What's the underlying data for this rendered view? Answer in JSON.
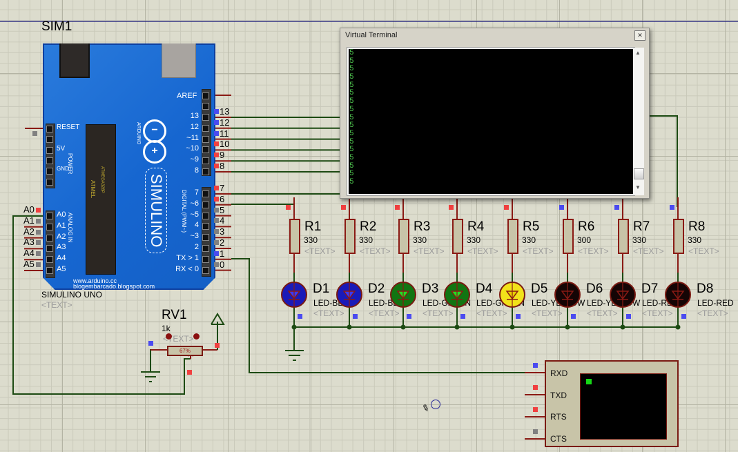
{
  "schematic": {
    "arduino": {
      "ref": "SIM1",
      "name": "SIMULINO UNO",
      "text_placeholder": "<TEXT>",
      "logo_text": "SIMULINO",
      "brand_small": "ARDUINO",
      "chip_labels": [
        "ATMEL",
        "ATMEGA328P"
      ],
      "credit_lines": [
        "www.arduino.cc",
        "blogembarcado.blogspot.com"
      ],
      "power_header": [
        "RESET",
        "",
        "5V",
        "",
        "GND",
        ""
      ],
      "power_group_label": "POWER",
      "analog_group_label": "ANALOG IN",
      "digital_group_label": "DIGITAL (PWM~)",
      "aref_label": "AREF",
      "analog_pins": [
        "A0",
        "A1",
        "A2",
        "A3",
        "A4",
        "A5"
      ],
      "digital_high": [
        {
          "board": "13",
          "outside": "13",
          "state": "low"
        },
        {
          "board": "12",
          "outside": "12",
          "state": "low"
        },
        {
          "board": "~11",
          "outside": "11",
          "state": "low"
        },
        {
          "board": "~10",
          "outside": "10",
          "state": "high"
        },
        {
          "board": "~9",
          "outside": "9",
          "state": "high"
        },
        {
          "board": "8",
          "outside": "8",
          "state": "high"
        }
      ],
      "digital_low": [
        {
          "board": "7",
          "outside": "7",
          "state": "high"
        },
        {
          "board": "~6",
          "outside": "6",
          "state": "high"
        },
        {
          "board": "~5",
          "outside": "5",
          "state": "float"
        },
        {
          "board": "4",
          "outside": "4",
          "state": "float"
        },
        {
          "board": "~3",
          "outside": "3",
          "state": "float"
        },
        {
          "board": "2",
          "outside": "2",
          "state": "float"
        },
        {
          "board": "TX > 1",
          "outside": "1",
          "state": "low"
        },
        {
          "board": "RX < 0",
          "outside": "0",
          "state": "float"
        }
      ],
      "analog_outside_states": [
        "high",
        "float",
        "float",
        "float",
        "float",
        "float"
      ]
    },
    "virtual_terminal_window": {
      "title": "Virtual Terminal",
      "close_icon": "close-icon",
      "lines": [
        "5",
        "5",
        "5",
        "5",
        "5",
        "5",
        "5",
        "5",
        "5",
        "5",
        "5",
        "5",
        "5",
        "5",
        "5",
        "5",
        "5"
      ],
      "scroll_up": "▲",
      "scroll_down": "▼"
    },
    "resistors": [
      {
        "ref": "R1",
        "value": "330",
        "text": "<TEXT>"
      },
      {
        "ref": "R2",
        "value": "330",
        "text": "<TEXT>"
      },
      {
        "ref": "R3",
        "value": "330",
        "text": "<TEXT>"
      },
      {
        "ref": "R4",
        "value": "330",
        "text": "<TEXT>"
      },
      {
        "ref": "R5",
        "value": "330",
        "text": "<TEXT>"
      },
      {
        "ref": "R6",
        "value": "300",
        "text": "<TEXT>"
      },
      {
        "ref": "R7",
        "value": "330",
        "text": "<TEXT>"
      },
      {
        "ref": "R8",
        "value": "330",
        "text": "<TEXT>"
      }
    ],
    "leds": [
      {
        "ref": "D1",
        "type": "LED-BLUE",
        "text": "<TEXT>",
        "color": "#1a1ab8",
        "on": true
      },
      {
        "ref": "D2",
        "type": "LED-BLUE",
        "text": "<TEXT>",
        "color": "#1a1ab8",
        "on": true
      },
      {
        "ref": "D3",
        "type": "LED-GREEN",
        "text": "<TEXT>",
        "color": "#127512",
        "on": true
      },
      {
        "ref": "D4",
        "type": "LED-GREEN",
        "text": "<TEXT>",
        "color": "#127512",
        "on": true
      },
      {
        "ref": "D5",
        "type": "LED-YELLOW",
        "text": "<TEXT>",
        "color": "#f2e21a",
        "on": true
      },
      {
        "ref": "D6",
        "type": "LED-YELLOW",
        "text": "<TEXT>",
        "color": "#150505",
        "on": false
      },
      {
        "ref": "D7",
        "type": "LED-RED",
        "text": "<TEXT>",
        "color": "#150505",
        "on": false
      },
      {
        "ref": "D8",
        "type": "LED-RED",
        "text": "<TEXT>",
        "color": "#150505",
        "on": false
      }
    ],
    "resistor_top_states": [
      "high",
      "high",
      "high",
      "high",
      "high",
      "low",
      "low",
      "low"
    ],
    "potentiometer": {
      "ref": "RV1",
      "value": "1k",
      "text": "<TEXT>",
      "position_label": "67%",
      "position_percent": 67
    },
    "terminal_device": {
      "pins": [
        "RXD",
        "TXD",
        "RTS",
        "CTS"
      ],
      "pin_states": [
        "low",
        "high",
        "high",
        "float"
      ]
    },
    "cursor": {
      "icon": "pencil-cursor-icon",
      "crosshair": "crosshair-icon"
    }
  }
}
